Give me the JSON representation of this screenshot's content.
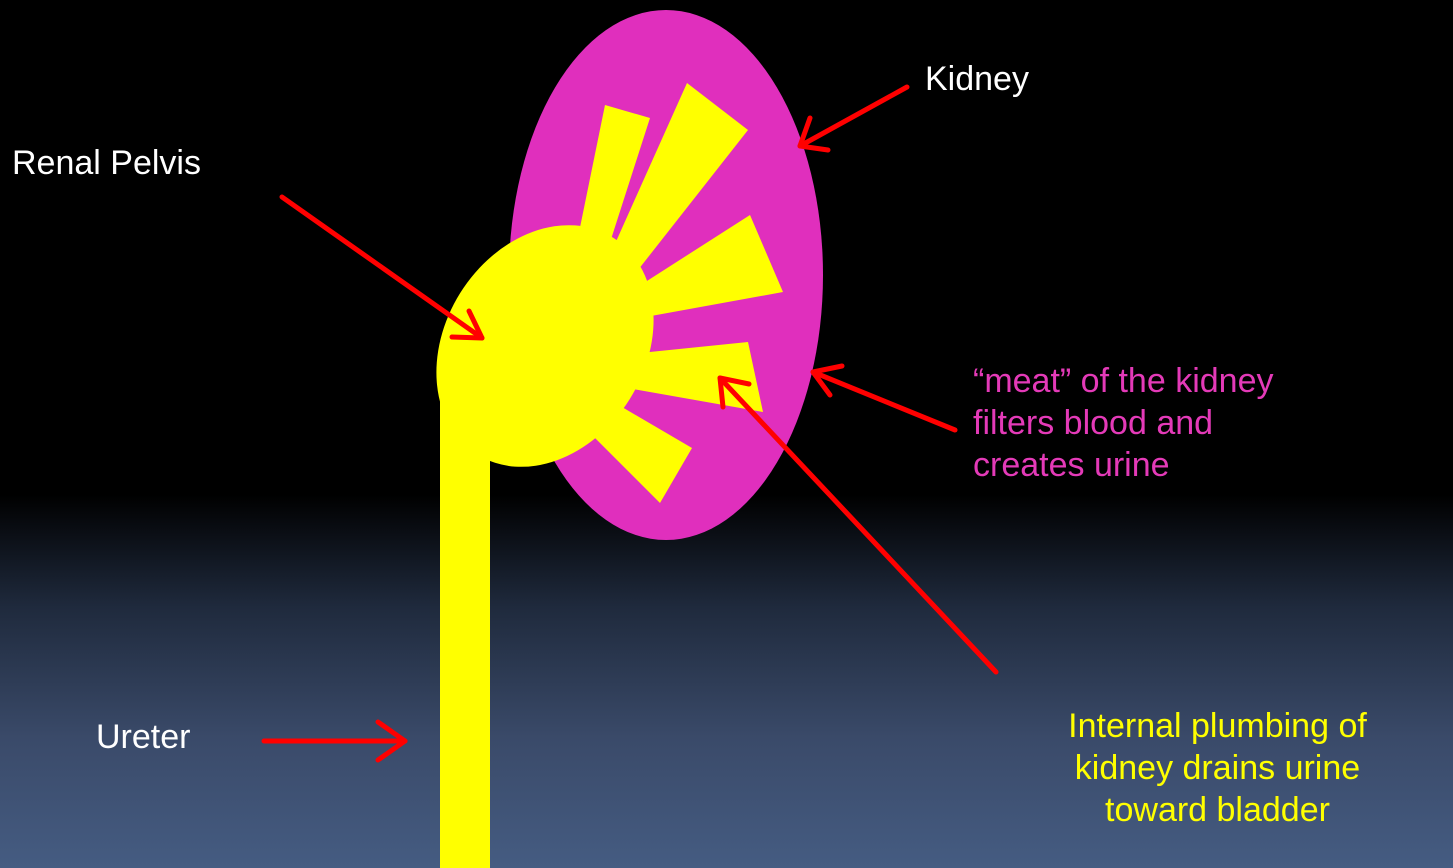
{
  "colors": {
    "kidney": "#e02fbd",
    "plumbing": "#ffff00",
    "arrow": "#ff0000",
    "label_white": "#ffffff",
    "label_magenta": "#e43ab8",
    "label_yellow": "#ffff00",
    "background_top": "#000000",
    "background_bottom": "#455c82"
  },
  "labels": {
    "kidney": "Kidney",
    "renal_pelvis": "Renal Pelvis",
    "ureter": "Ureter",
    "meat": [
      "“meat” of the kidney",
      "filters blood and",
      "creates urine"
    ],
    "plumbing": [
      "Internal plumbing of",
      "kidney drains urine",
      "toward bladder"
    ]
  }
}
